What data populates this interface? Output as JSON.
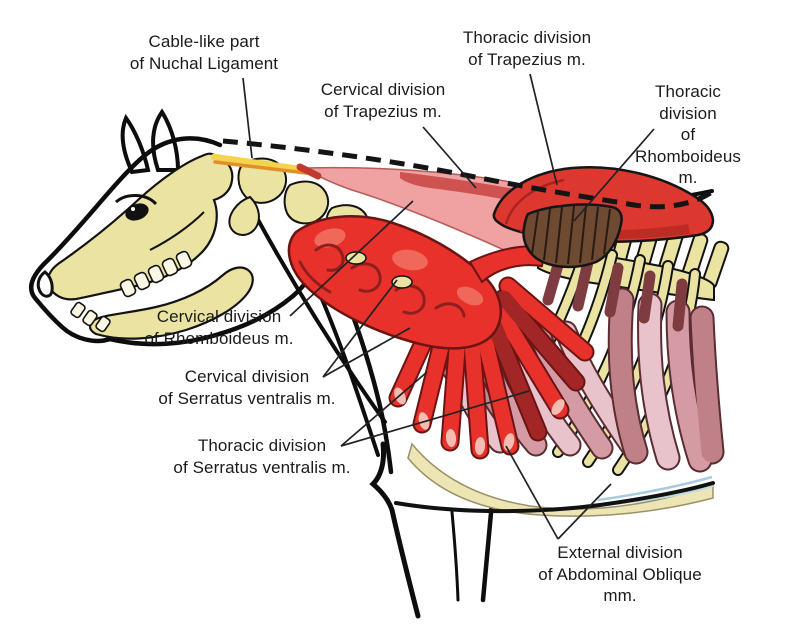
{
  "figure": {
    "background": "#FFFFFF"
  },
  "palette": {
    "bone": "#EAE3A2",
    "bone_light": "#FAF7E4",
    "muscle_red": "#E8312B",
    "muscle_red_dark": "#8E1F1F",
    "trapezius_pink": "#EFA2A1",
    "trapezius_band_red": "#CD5250",
    "trapezius_thoracic_red": "#DC3830",
    "rib_mauve": "#C08088",
    "rib_light_pink": "#E9C3CB",
    "rib_medium_pink": "#D49BA4",
    "deep_maroon": "#7E3B40",
    "rhomboideus_brown": "#6F4A33",
    "nuchal_cable_yellow": "#F4D44E",
    "nuchal_cable_orange": "#E28E2A",
    "belly_band_yellow": "#EDE6B4",
    "aponeurosis_blue": "#A9CBE0",
    "outline": "#111111",
    "label_text": "#1B1B1B"
  },
  "labels": [
    {
      "id": "nuchal-ligament",
      "text": "Cable-like part\nof Nuchal Ligament"
    },
    {
      "id": "trapezius-thoracic",
      "text": "Thoracic division\nof Trapezius m."
    },
    {
      "id": "trapezius-cervical",
      "text": "Cervical division\nof Trapezius m."
    },
    {
      "id": "rhomboideus-thoracic",
      "text": "Thoracic division\nof Rhomboideus m."
    },
    {
      "id": "rhomboideus-cervical",
      "text": "Cervical division\nof Rhomboideus m."
    },
    {
      "id": "serratus-cervical",
      "text": "Cervical division\nof Serratus ventralis m."
    },
    {
      "id": "serratus-thoracic",
      "text": "Thoracic division\nof Serratus ventralis m."
    },
    {
      "id": "abdominal-oblique",
      "text": "External division\nof Abdominal Oblique mm."
    }
  ]
}
